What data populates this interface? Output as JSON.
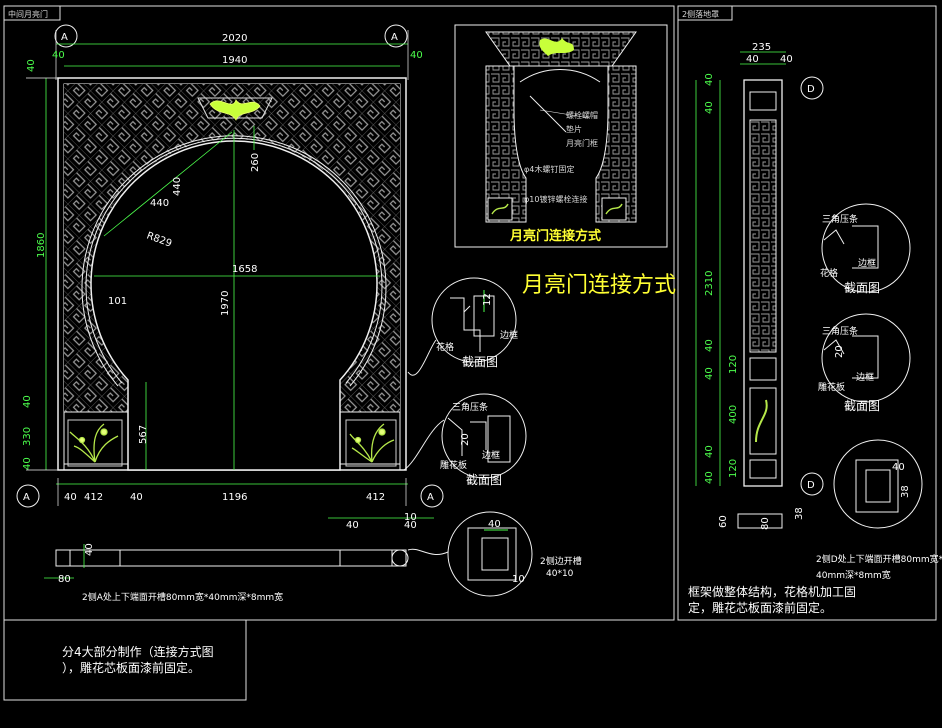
{
  "panels": {
    "left_tab": "中间月亮门",
    "right_tab": "2侧落地罩"
  },
  "titles": {
    "connection_big": "月亮门连接方式",
    "connection_small": "月亮门连接方式"
  },
  "axis_marks": {
    "grid_a": "A",
    "grid_d": "D"
  },
  "front_dims": {
    "top_total": "2020",
    "top_inner": "1940",
    "top_side_left": "40",
    "top_side_right": "40",
    "top_rail": "40",
    "height_total": "1860",
    "bot_40a": "40",
    "bot_330": "330",
    "bot_40b": "40",
    "opening_width": "1658",
    "opening_height": "1970",
    "radius": "R829",
    "d_440a": "440",
    "d_440b": "440",
    "d_260": "260",
    "d_101": "101",
    "d_567": "567",
    "bottom_40a": "40",
    "bottom_412a": "412",
    "bottom_40b": "40",
    "bottom_1196": "1196",
    "bottom_412b": "412",
    "bottom_40c": "40",
    "small_40": "40",
    "small_10": "10"
  },
  "section_labels": {
    "section_view": "截面图",
    "section_view_2": "截面图",
    "section_view_3": "截面图",
    "section_view_4": "截面图",
    "lattice": "花格",
    "lattice_2": "花格",
    "edge_frame": "边框",
    "edge_frame_2": "边框",
    "edge_frame_3": "边框",
    "edge_frame_4": "边框",
    "triangle_strip": "三角压条",
    "triangle_strip_2": "三角压条",
    "triangle_strip_3": "三角压条",
    "carved_board": "雕花板",
    "carved_board_2": "雕花板",
    "d_12": "12",
    "d_20": "20",
    "d_20b": "20"
  },
  "connection_notes": {
    "n1": "螺栓螺帽",
    "n2": "垫片",
    "n3": "月亮门框",
    "n4": "φ4木螺钉固定",
    "n5": "φ10镀锌螺栓连接"
  },
  "rail_notes": {
    "left_rail": "2侧A处上下端面开槽80mm宽*40mm深*8mm宽",
    "groove": "2侧边开槽",
    "groove_size": "40*10",
    "d_80": "80",
    "d_40": "40",
    "d_40b": "40",
    "d_10": "10"
  },
  "side_dims": {
    "top_235": "235",
    "top_40a": "40",
    "top_40b": "40",
    "v_40a": "40",
    "v_40b": "40",
    "v_2310": "2310",
    "v_40c": "40",
    "v_40d": "40",
    "v_120a": "120",
    "v_400": "400",
    "v_40e": "40",
    "v_120b": "120",
    "v_40f": "40",
    "b_60": "60",
    "b_80": "80",
    "b_38": "38",
    "s_40": "40",
    "s_38": "38",
    "rail_note": "2侧D处上下端面开槽80mm宽*40mm深*8mm宽"
  },
  "notes": {
    "left_note": "分4大部分制作（连接方式图），雕花芯板面漆前固定。",
    "right_note": "框架做整体结构，花格机加工固定，雕花芯板面漆前固定。"
  },
  "colors": {
    "frame_line": "#f0f0f0",
    "dimension": "#4cff4c",
    "annotation": "#ffff33",
    "pattern": "#9a9a9a"
  }
}
